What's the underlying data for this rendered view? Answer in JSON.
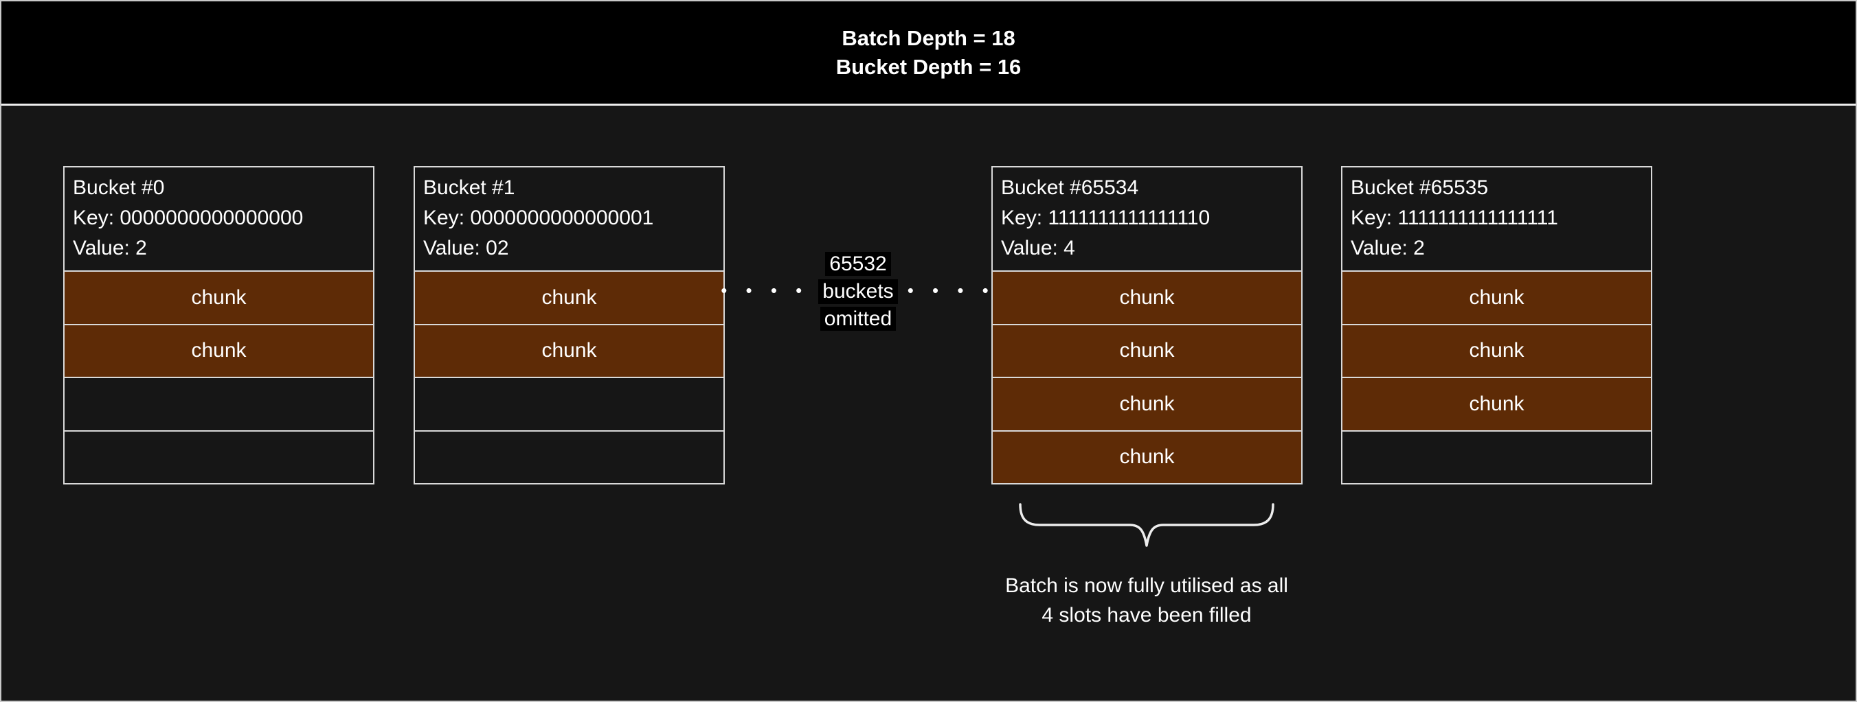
{
  "header": {
    "line1": "Batch Depth = 18",
    "line2": "Bucket Depth = 16"
  },
  "buckets": [
    {
      "title": "Bucket #0",
      "key": "Key: 0000000000000000",
      "value": "Value: 2",
      "slots": [
        "chunk",
        "chunk",
        "",
        ""
      ]
    },
    {
      "title": "Bucket #1",
      "key": "Key: 0000000000000001",
      "value": "Value: 02",
      "slots": [
        "chunk",
        "chunk",
        "",
        ""
      ]
    },
    {
      "title": "Bucket #65534",
      "key": "Key: 1111111111111110",
      "value": "Value: 4",
      "slots": [
        "chunk",
        "chunk",
        "chunk",
        "chunk"
      ]
    },
    {
      "title": "Bucket #65535",
      "key": "Key: 1111111111111111",
      "value": "Value: 2",
      "slots": [
        "chunk",
        "chunk",
        "chunk",
        ""
      ]
    }
  ],
  "omitted": {
    "count": "65532",
    "word": "buckets",
    "word2": "omitted",
    "dots": "• • • •"
  },
  "annotation": {
    "text": "Batch is now fully utilised as all 4 slots have been filled"
  },
  "colors": {
    "background": "#161616",
    "header_bg": "#000000",
    "border": "#d9d9d9",
    "chunk": "#5e2b06",
    "text": "#ffffff"
  }
}
